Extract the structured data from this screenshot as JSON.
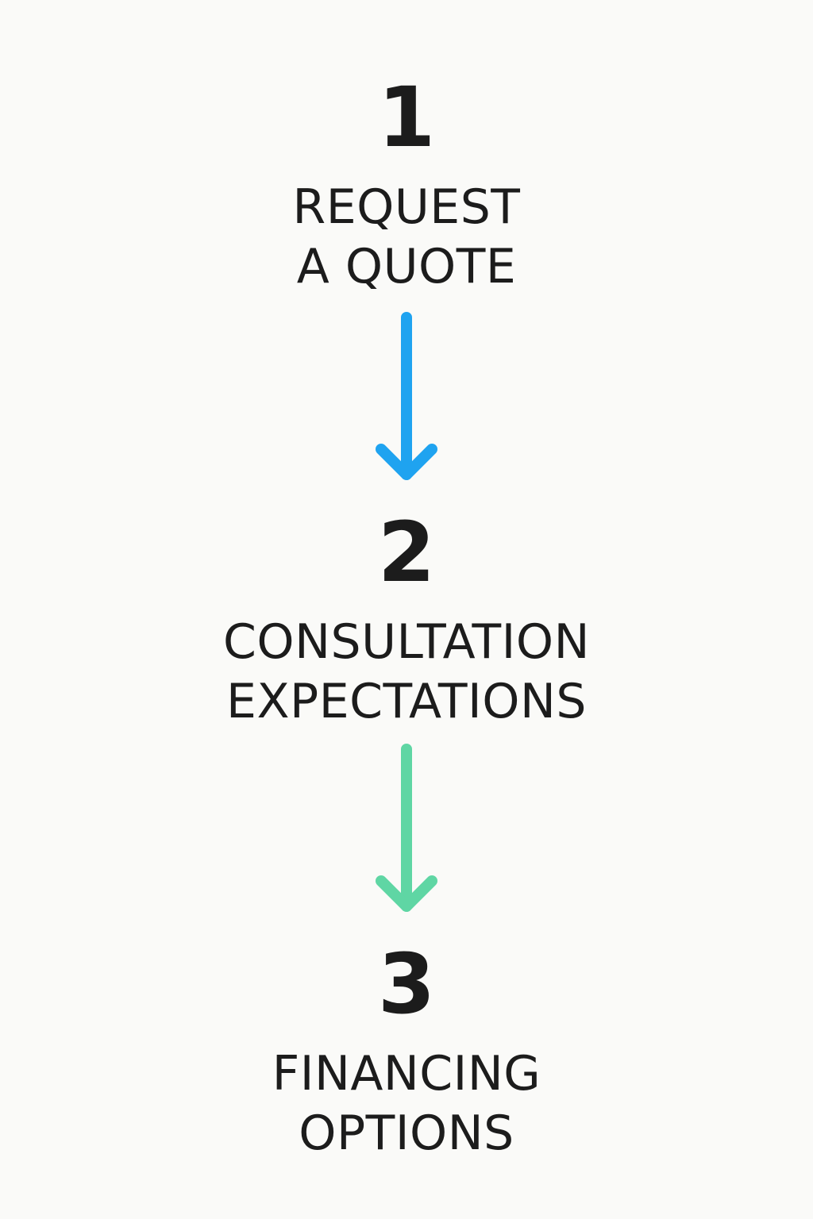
{
  "steps": [
    {
      "number": "1",
      "title_lines": [
        "REQUEST",
        "A QUOTE"
      ]
    },
    {
      "number": "2",
      "title_lines": [
        "CONSULTATION",
        "EXPECTATIONS"
      ]
    },
    {
      "number": "3",
      "title_lines": [
        "FINANCING",
        "OPTIONS"
      ]
    }
  ],
  "arrows": [
    {
      "icon": "arrow-down-icon",
      "color": "#1fa3f0"
    },
    {
      "icon": "arrow-down-icon",
      "color": "#5fd6a4"
    }
  ],
  "colors": {
    "background": "#fafaf8",
    "text": "#1c1c1c"
  }
}
